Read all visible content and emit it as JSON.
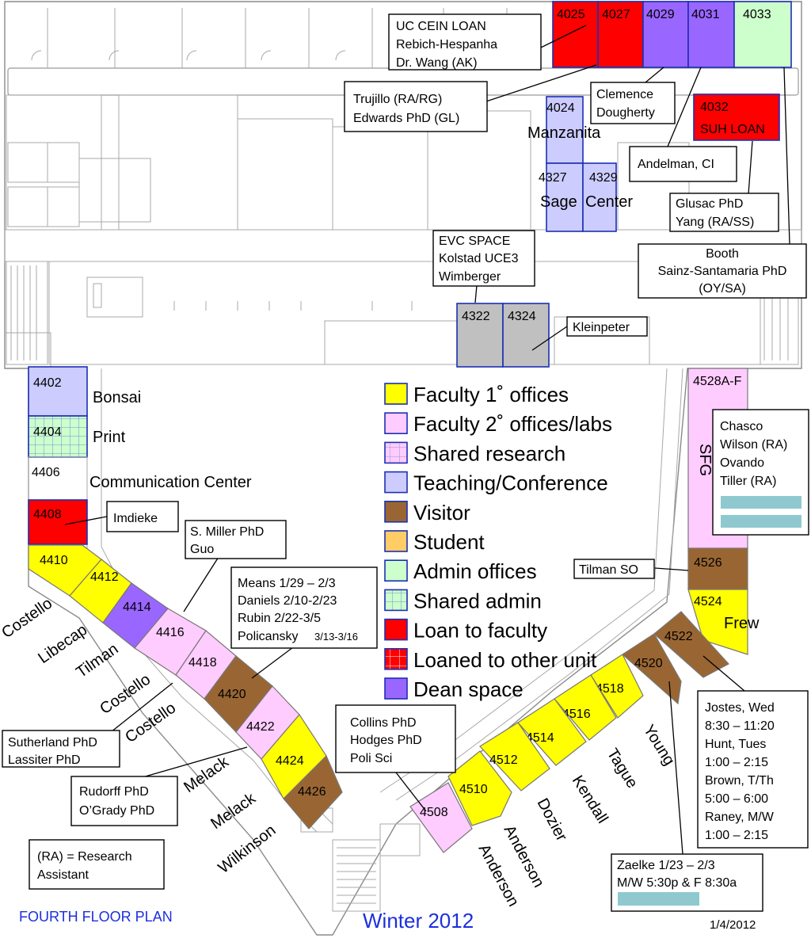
{
  "title": "FOURTH FLOOR PLAN",
  "term": "Winter 2012",
  "date": "1/4/2012",
  "colors": {
    "faculty1": "#ffff00",
    "faculty2": "#ffccff",
    "shared_research": "#ffccff",
    "teaching": "#ccccff",
    "visitor": "#996633",
    "student": "#ffcc66",
    "admin": "#ccffcc",
    "loan": "#ff0000",
    "dean": "#9966ff",
    "unassigned": "#c0c0c0"
  },
  "legend": [
    {
      "label": "Faculty 1˚ offices",
      "color": "faculty1",
      "pattern": "solid"
    },
    {
      "label": "Faculty 2˚ offices/labs",
      "color": "faculty2",
      "pattern": "solid"
    },
    {
      "label": "Shared research",
      "color": "shared_research",
      "pattern": "grid"
    },
    {
      "label": "Teaching/Conference",
      "color": "teaching",
      "pattern": "solid"
    },
    {
      "label": "Visitor",
      "color": "visitor",
      "pattern": "solid"
    },
    {
      "label": "Student",
      "color": "student",
      "pattern": "solid"
    },
    {
      "label": "Admin offices",
      "color": "admin",
      "pattern": "solid"
    },
    {
      "label": "Shared admin",
      "color": "admin",
      "pattern": "grid"
    },
    {
      "label": "Loan to faculty",
      "color": "loan",
      "pattern": "solid"
    },
    {
      "label": "Loaned to other unit",
      "color": "loan",
      "pattern": "grid"
    },
    {
      "label": "Dean space",
      "color": "dean",
      "pattern": "solid"
    }
  ],
  "rooms": {
    "r4025": "4025",
    "r4027": "4027",
    "r4029": "4029",
    "r4031": "4031",
    "r4033": "4033",
    "r4032": "4032",
    "r4032_note": "SUH LOAN",
    "r4024": "4024",
    "r4327": "4327",
    "r4329": "4329",
    "r4322": "4322",
    "r4324": "4324",
    "r4402": "4402",
    "r4404": "4404",
    "r4406": "4406",
    "r4408": "4408",
    "r4410": "4410",
    "r4412": "4412",
    "r4414": "4414",
    "r4416": "4416",
    "r4418": "4418",
    "r4420": "4420",
    "r4422": "4422",
    "r4424": "4424",
    "r4426": "4426",
    "r4508": "4508",
    "r4510": "4510",
    "r4512": "4512",
    "r4514": "4514",
    "r4516": "4516",
    "r4518": "4518",
    "r4520": "4520",
    "r4522": "4522",
    "r4524": "4524",
    "r4526": "4526",
    "r4528": "4528A-F"
  },
  "area_labels": {
    "manzanita": "Manzanita",
    "sage": "Sage",
    "center": "Center",
    "bonsai": "Bonsai",
    "print": "Print",
    "communication": "Communication Center",
    "sfg": "SFG",
    "frew": "Frew"
  },
  "occupants": {
    "costello1": "Costello",
    "libecap": "Libecap",
    "tilman": "Tilman",
    "costello2": "Costello",
    "costello3": "Costello",
    "melack1": "Melack",
    "melack2": "Melack",
    "wilkinson": "Wilkinson",
    "anderson1": "Anderson",
    "anderson2": "Anderson",
    "dozier": "Dozier",
    "kendall": "Kendall",
    "tague": "Tague",
    "young": "Young"
  },
  "notes": {
    "uccein": [
      "UC CEIN LOAN",
      "Rebich-Hespanha",
      "Dr. Wang (AK)"
    ],
    "trujillo": [
      "Trujillo (RA/RG)",
      "Edwards PhD (GL)"
    ],
    "clemence": [
      "Clemence",
      "Dougherty"
    ],
    "andelman": [
      "Andelman, CI"
    ],
    "glusac": [
      "Glusac PhD",
      "Yang (RA/SS)"
    ],
    "booth": [
      "Booth",
      "Sainz-Santamaria PhD",
      "(OY/SA)"
    ],
    "evc": [
      "EVC SPACE",
      "Kolstad UCE3",
      "Wimberger"
    ],
    "kleinpeter": [
      "Kleinpeter"
    ],
    "chasco": [
      "Chasco",
      "Wilson (RA)",
      "Ovando",
      "Tiller (RA)"
    ],
    "tilman_so": [
      "Tilman SO"
    ],
    "imdieke": [
      "Imdieke"
    ],
    "smiller": [
      "S. Miller PhD",
      "Guo"
    ],
    "means": [
      "Means 1/29 – 2/3",
      "Daniels 2/10-2/23",
      "Rubin 2/22-3/5",
      "Policansky"
    ],
    "means_dates": "3/13-3/16",
    "sutherland": [
      "Sutherland PhD",
      "Lassiter PhD"
    ],
    "rudorff": [
      "Rudorff PhD",
      "O’Grady PhD"
    ],
    "collins": [
      "Collins PhD",
      "Hodges PhD",
      "Poli Sci"
    ],
    "jostes": [
      "Jostes, Wed",
      "8:30 – 11:20",
      "Hunt, Tues",
      "1:00 – 2:15",
      "Brown, T/Th",
      "5:00 – 6:00",
      "Raney, M/W",
      "1:00 – 2:15"
    ],
    "zaelke": [
      "Zaelke 1/23 – 2/3",
      "M/W 5:30p & F 8:30a"
    ],
    "ra": [
      "(RA) = Research",
      "Assistant"
    ]
  }
}
